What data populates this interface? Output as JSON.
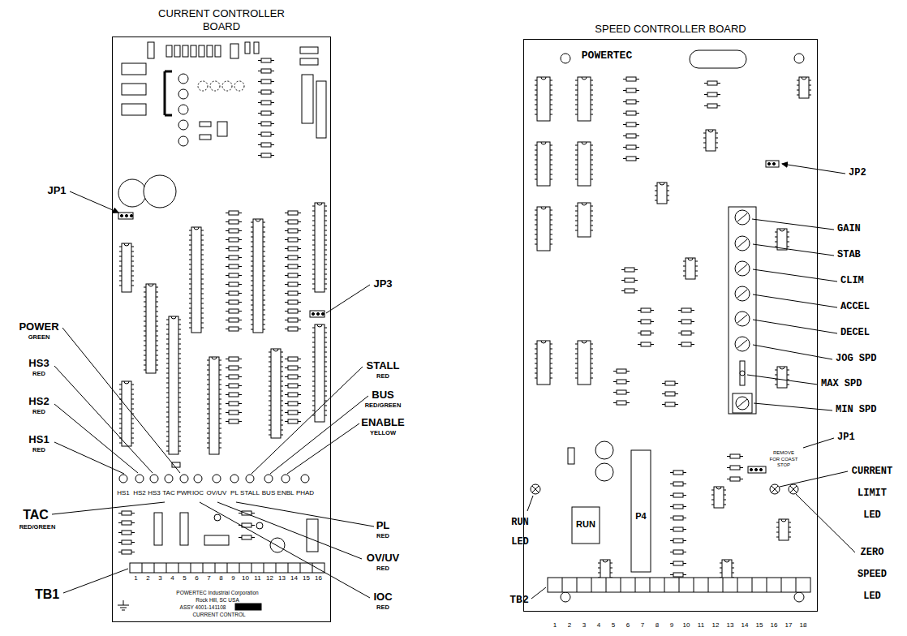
{
  "diagram": {
    "nodes": [
      {
        "text": [
          "CURRENT CONTROLLER BOARD"
        ]
      },
      {
        "text": [
          "SPEED CONTROLLER BOARD"
        ]
      }
    ],
    "labels": [
      "JP1",
      "POWER",
      "GREEN",
      "HS3",
      "RED",
      "HS2",
      "RED",
      "HS1",
      "RED",
      "TAC",
      "RED/GREEN",
      "TB1",
      "JP3",
      "STALL",
      "RED",
      "BUS",
      "RED/GREEN",
      "ENABLE",
      "YELLOW",
      "PL",
      "RED",
      "OV/UV",
      "RED",
      "IOC",
      "RED",
      "HS1",
      "HS2",
      "HS3",
      "TAC",
      "PWR",
      "IOC",
      "OV/UV",
      "PL",
      "STALL",
      "BUS",
      "ENBL",
      "PHAD",
      "1",
      "2",
      "3",
      "4",
      "5",
      "6",
      "7",
      "8",
      "9",
      "10",
      "11",
      "12",
      "13",
      "14",
      "15",
      "16",
      "POWERTEC Industrial Corporation",
      "Rock Hill, SC USA",
      "ASSY 4001-141108",
      "CURRENT CONTROL",
      "POWERTEC",
      "JP2",
      "GAIN",
      "STAB",
      "CLIM",
      "ACCEL",
      "DECEL",
      "JOG SPD",
      "MAX SPD",
      "MIN SPD",
      "JP1",
      "REMOVE FOR COAST STOP",
      "CURRENT LIMIT LED",
      "ZERO SPEED LED",
      "RUN LED",
      "RUN",
      "P4",
      "TB2",
      "1",
      "2",
      "3",
      "4",
      "5",
      "6",
      "7",
      "8",
      "9",
      "10",
      "11",
      "12",
      "13",
      "14",
      "15",
      "16",
      "17",
      "18"
    ]
  }
}
